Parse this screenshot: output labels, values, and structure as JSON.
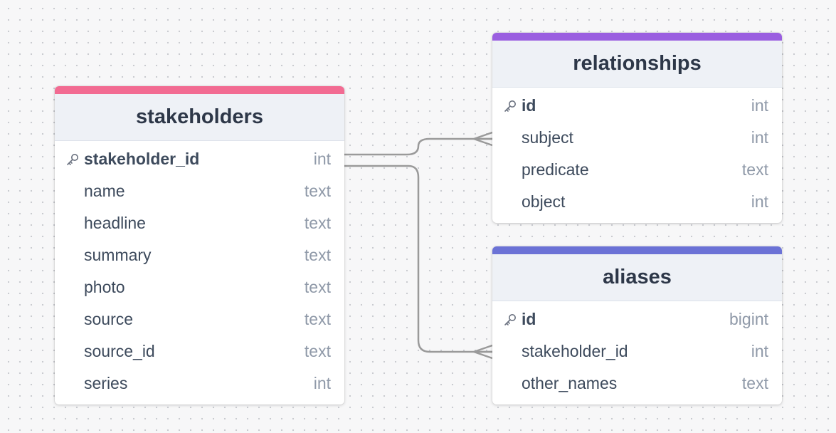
{
  "colors": {
    "stakeholders_accent": "#f26b92",
    "relationships_accent": "#9a5ee0",
    "aliases_accent": "#6b72d6",
    "connector": "#9a9a9a"
  },
  "tables": {
    "stakeholders": {
      "name": "stakeholders",
      "columns": [
        {
          "name": "stakeholder_id",
          "type": "int",
          "pk": true
        },
        {
          "name": "name",
          "type": "text"
        },
        {
          "name": "headline",
          "type": "text"
        },
        {
          "name": "summary",
          "type": "text"
        },
        {
          "name": "photo",
          "type": "text"
        },
        {
          "name": "source",
          "type": "text"
        },
        {
          "name": "source_id",
          "type": "text"
        },
        {
          "name": "series",
          "type": "int"
        }
      ]
    },
    "relationships": {
      "name": "relationships",
      "columns": [
        {
          "name": "id",
          "type": "int",
          "pk": true
        },
        {
          "name": "subject",
          "type": "int"
        },
        {
          "name": "predicate",
          "type": "text"
        },
        {
          "name": "object",
          "type": "int"
        }
      ]
    },
    "aliases": {
      "name": "aliases",
      "columns": [
        {
          "name": "id",
          "type": "bigint",
          "pk": true
        },
        {
          "name": "stakeholder_id",
          "type": "int"
        },
        {
          "name": "other_names",
          "type": "text"
        }
      ]
    }
  },
  "relations": [
    {
      "from": "stakeholders.stakeholder_id",
      "to": "relationships.subject",
      "cardinality": "one-to-many"
    },
    {
      "from": "stakeholders.stakeholder_id",
      "to": "aliases.stakeholder_id",
      "cardinality": "one-to-many"
    }
  ]
}
